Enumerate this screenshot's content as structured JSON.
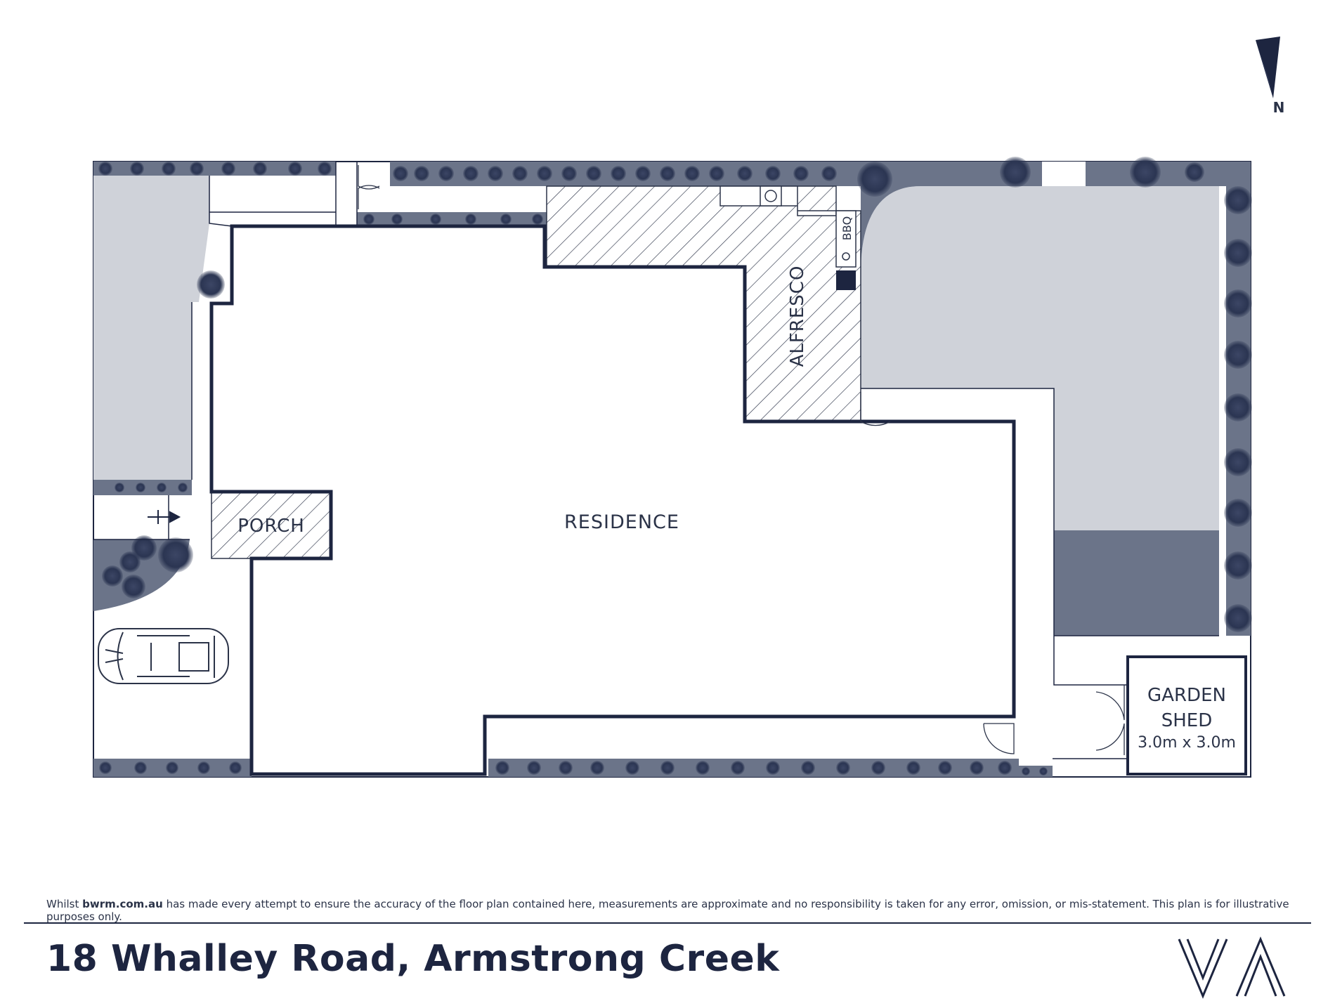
{
  "plan": {
    "rooms": {
      "residence": "RESIDENCE",
      "porch": "PORCH",
      "alfresco": "ALFRESCO",
      "bbq": "BBQ",
      "garden_shed_line1": "GARDEN",
      "garden_shed_line2": "SHED",
      "garden_shed_size": "3.0m x 3.0m"
    },
    "compass": "N"
  },
  "footer": {
    "disclaimer_pre": "Whilst ",
    "disclaimer_site": "bwrm.com.au",
    "disclaimer_post": " has made every attempt to ensure the accuracy of the floor plan contained here, measurements are approximate and no responsibility is taken for any error, omission, or mis-statement. This plan is for illustrative purposes only.",
    "address": "18 Whalley Road, Armstrong Creek",
    "logo_text": "VA"
  },
  "colors": {
    "wall": "#1d2540",
    "hedge": "#6b7489",
    "lawn": "#cfd2d9",
    "paving": "#6b7489",
    "shrub": "#2b3552"
  }
}
